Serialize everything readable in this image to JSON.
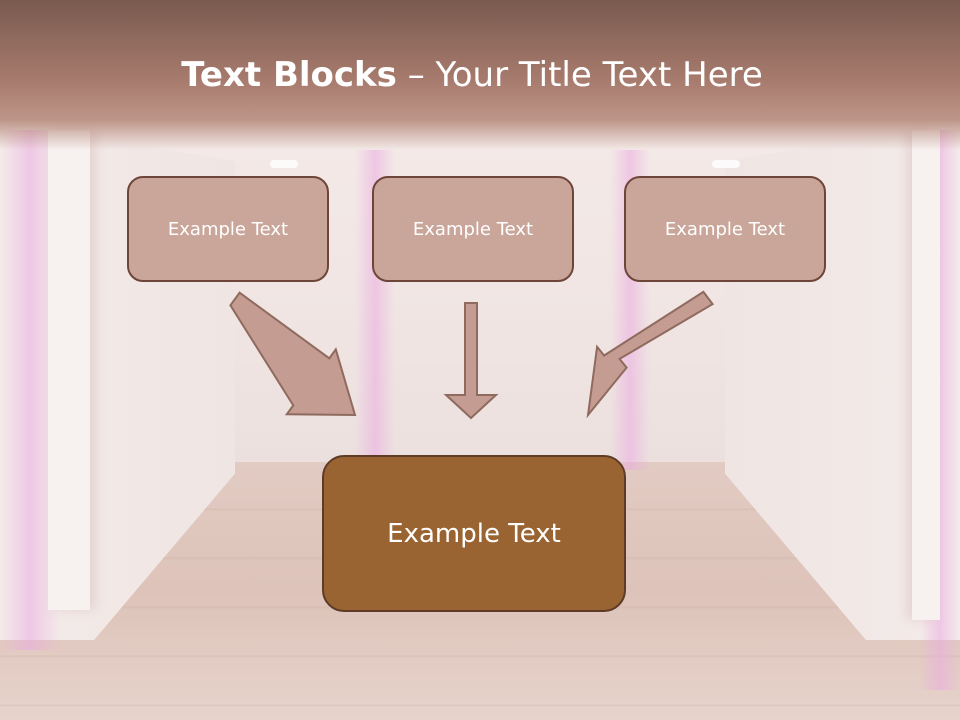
{
  "title": {
    "bold": "Text Blocks",
    "rest": " – Your Title Text Here"
  },
  "boxes": {
    "top_left": "Example Text",
    "top_center": "Example Text",
    "top_right": "Example Text",
    "main": "Example Text"
  },
  "colors": {
    "title_band": "#a87c6e",
    "small_box_fill": "#c9a59a",
    "small_box_border": "#6e4639",
    "main_box_fill": "#996431",
    "arrow_fill": "#c49c91"
  }
}
